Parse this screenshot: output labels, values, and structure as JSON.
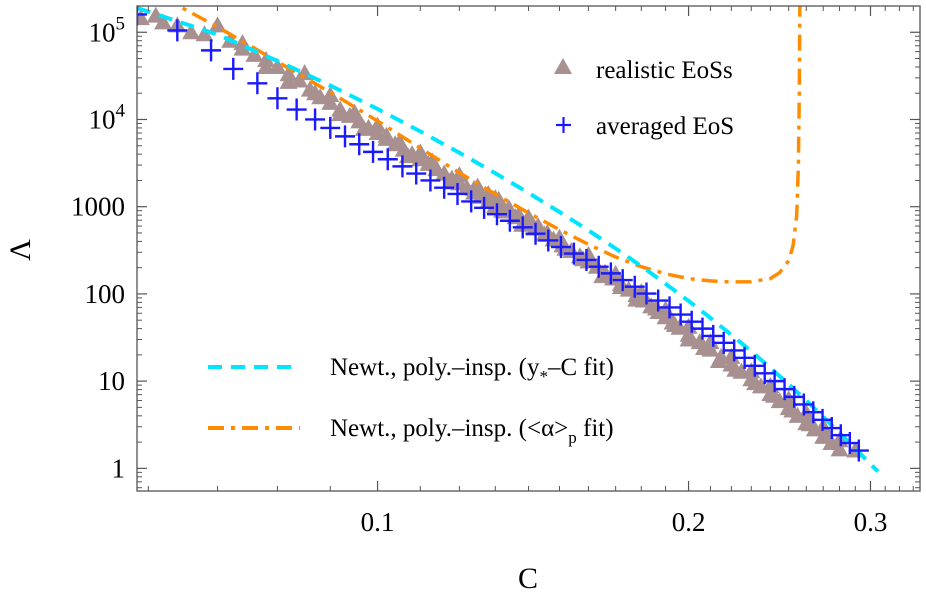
{
  "chart_data": {
    "type": "scatter",
    "title": "",
    "xlabel": "C",
    "ylabel": "Λ",
    "x_scale": "log",
    "y_scale": "log",
    "xlim": [
      0.0585,
      0.335
    ],
    "ylim": [
      0.55,
      200000
    ],
    "grid": false,
    "x_ticks": [
      {
        "value": 0.1,
        "label": "0.1"
      },
      {
        "value": 0.2,
        "label": "0.2"
      },
      {
        "value": 0.3,
        "label": "0.3"
      }
    ],
    "y_ticks": [
      {
        "value": 1,
        "label": "1",
        "base": null,
        "exp": null
      },
      {
        "value": 10,
        "label": "10",
        "base": null,
        "exp": null
      },
      {
        "value": 100,
        "label": "100",
        "base": null,
        "exp": null
      },
      {
        "value": 1000,
        "label": "1000",
        "base": null,
        "exp": null
      },
      {
        "value": 10000,
        "label": "",
        "base": "10",
        "exp": "4"
      },
      {
        "value": 100000,
        "label": "",
        "base": "10",
        "exp": "5"
      }
    ],
    "legend_top": [
      {
        "label": "realistic EoSs",
        "marker": "triangle",
        "color": "#a89090"
      },
      {
        "label": "averaged EoS",
        "marker": "plus",
        "color": "#1a1aff"
      }
    ],
    "legend_bottom": [
      {
        "label_main": "Newt., poly.–insp. (y",
        "label_sub": "*",
        "label_tail": "–C fit)",
        "style": "dashed",
        "color": "#00e5ff"
      },
      {
        "label_main": "Newt., poly.–insp. (<α>",
        "label_sub": "p",
        "label_tail": " fit)",
        "style": "dashdot",
        "color": "#ff8c00"
      }
    ],
    "series": [
      {
        "name": "realistic EoSs",
        "marker": "triangle",
        "color": "#a89090",
        "points": [
          [
            0.059,
            145000
          ],
          [
            0.061,
            155000
          ],
          [
            0.062,
            130000
          ],
          [
            0.064,
            120000
          ],
          [
            0.066,
            100000
          ],
          [
            0.068,
            95000
          ],
          [
            0.07,
            120000
          ],
          [
            0.072,
            80000
          ],
          [
            0.074,
            65000
          ],
          [
            0.076,
            55000
          ],
          [
            0.078,
            48000
          ],
          [
            0.08,
            40000
          ],
          [
            0.082,
            33000
          ],
          [
            0.084,
            28000
          ],
          [
            0.086,
            22000
          ],
          [
            0.088,
            18000
          ],
          [
            0.09,
            15500
          ],
          [
            0.092,
            13000
          ],
          [
            0.094,
            11000
          ],
          [
            0.096,
            9500
          ],
          [
            0.098,
            8000
          ],
          [
            0.1,
            7000
          ],
          [
            0.102,
            6000
          ],
          [
            0.104,
            5200
          ],
          [
            0.106,
            4500
          ],
          [
            0.108,
            4000
          ],
          [
            0.11,
            3500
          ],
          [
            0.112,
            3100
          ],
          [
            0.114,
            2700
          ],
          [
            0.116,
            2400
          ],
          [
            0.118,
            2100
          ],
          [
            0.12,
            1850
          ],
          [
            0.122,
            1650
          ],
          [
            0.124,
            1450
          ],
          [
            0.126,
            1300
          ],
          [
            0.128,
            1150
          ],
          [
            0.13,
            1020
          ],
          [
            0.133,
            880
          ],
          [
            0.136,
            760
          ],
          [
            0.139,
            650
          ],
          [
            0.142,
            560
          ],
          [
            0.145,
            480
          ],
          [
            0.148,
            420
          ],
          [
            0.151,
            360
          ],
          [
            0.154,
            310
          ],
          [
            0.157,
            270
          ],
          [
            0.16,
            235
          ],
          [
            0.163,
            205
          ],
          [
            0.166,
            175
          ],
          [
            0.169,
            150
          ],
          [
            0.172,
            130
          ],
          [
            0.175,
            112
          ],
          [
            0.178,
            97
          ],
          [
            0.181,
            84
          ],
          [
            0.184,
            72
          ],
          [
            0.187,
            62
          ],
          [
            0.19,
            54
          ],
          [
            0.193,
            47
          ],
          [
            0.196,
            41
          ],
          [
            0.2,
            34
          ],
          [
            0.205,
            28
          ],
          [
            0.21,
            23
          ],
          [
            0.215,
            19
          ],
          [
            0.22,
            15.5
          ],
          [
            0.225,
            12.8
          ],
          [
            0.23,
            10.5
          ],
          [
            0.235,
            8.7
          ],
          [
            0.24,
            7.1
          ],
          [
            0.245,
            5.9
          ],
          [
            0.25,
            4.9
          ],
          [
            0.255,
            4.0
          ],
          [
            0.26,
            3.3
          ],
          [
            0.265,
            2.8
          ],
          [
            0.27,
            2.3
          ],
          [
            0.275,
            1.95
          ],
          [
            0.28,
            1.65
          ],
          [
            0.085,
            34000
          ],
          [
            0.09,
            19000
          ],
          [
            0.095,
            12000
          ],
          [
            0.1,
            8500
          ],
          [
            0.105,
            5500
          ],
          [
            0.11,
            4200
          ],
          [
            0.12,
            2300
          ],
          [
            0.13,
            1250
          ],
          [
            0.14,
            750
          ],
          [
            0.15,
            440
          ],
          [
            0.16,
            280
          ],
          [
            0.17,
            170
          ],
          [
            0.18,
            105
          ],
          [
            0.19,
            66
          ],
          [
            0.2,
            42
          ],
          [
            0.21,
            28
          ],
          [
            0.22,
            19
          ],
          [
            0.23,
            13
          ],
          [
            0.24,
            8.8
          ],
          [
            0.25,
            6.2
          ],
          [
            0.26,
            4.3
          ],
          [
            0.27,
            3.0
          ],
          [
            0.28,
            2.1
          ],
          [
            0.29,
            1.6
          ],
          [
            0.074,
            75000
          ],
          [
            0.078,
            40000
          ],
          [
            0.082,
            27000
          ],
          [
            0.087,
            20000
          ],
          [
            0.092,
            11500
          ],
          [
            0.097,
            7800
          ],
          [
            0.102,
            6500
          ],
          [
            0.107,
            3800
          ],
          [
            0.113,
            3300
          ],
          [
            0.118,
            1900
          ],
          [
            0.124,
            1600
          ],
          [
            0.132,
            900
          ],
          [
            0.138,
            620
          ],
          [
            0.146,
            500
          ],
          [
            0.152,
            330
          ],
          [
            0.158,
            250
          ],
          [
            0.165,
            160
          ],
          [
            0.172,
            120
          ],
          [
            0.178,
            86
          ],
          [
            0.186,
            68
          ],
          [
            0.194,
            44
          ],
          [
            0.2,
            30
          ],
          [
            0.207,
            24
          ],
          [
            0.214,
            17
          ],
          [
            0.222,
            13.5
          ],
          [
            0.232,
            9.5
          ],
          [
            0.242,
            6.8
          ],
          [
            0.252,
            4.6
          ],
          [
            0.262,
            3.2
          ],
          [
            0.272,
            2.3
          ],
          [
            0.125,
            1700
          ],
          [
            0.128,
            1400
          ],
          [
            0.131,
            1200
          ],
          [
            0.134,
            960
          ],
          [
            0.137,
            800
          ],
          [
            0.14,
            690
          ],
          [
            0.143,
            600
          ]
        ]
      },
      {
        "name": "averaged EoS",
        "marker": "plus",
        "color": "#1a1aff",
        "points": [
          [
            0.0585,
            160000
          ],
          [
            0.064,
            105000
          ],
          [
            0.069,
            62000
          ],
          [
            0.0725,
            38000
          ],
          [
            0.0765,
            26000
          ],
          [
            0.08,
            17500
          ],
          [
            0.0835,
            13000
          ],
          [
            0.087,
            10000
          ],
          [
            0.09,
            8000
          ],
          [
            0.093,
            6400
          ],
          [
            0.096,
            5200
          ],
          [
            0.099,
            4250
          ],
          [
            0.1023,
            3500
          ],
          [
            0.1057,
            2900
          ],
          [
            0.109,
            2400
          ],
          [
            0.1125,
            2000
          ],
          [
            0.116,
            1650
          ],
          [
            0.1195,
            1400
          ],
          [
            0.1232,
            1150
          ],
          [
            0.1268,
            970
          ],
          [
            0.1305,
            820
          ],
          [
            0.1343,
            690
          ],
          [
            0.1382,
            580
          ],
          [
            0.1422,
            490
          ],
          [
            0.1463,
            410
          ],
          [
            0.1505,
            345
          ],
          [
            0.1549,
            290
          ],
          [
            0.1593,
            245
          ],
          [
            0.1637,
            205
          ],
          [
            0.1682,
            172
          ],
          [
            0.1727,
            144
          ],
          [
            0.1774,
            121
          ],
          [
            0.1821,
            101
          ],
          [
            0.1869,
            84
          ],
          [
            0.1917,
            70
          ],
          [
            0.1965,
            58
          ],
          [
            0.2014,
            48
          ],
          [
            0.2063,
            40
          ],
          [
            0.2113,
            33
          ],
          [
            0.2163,
            27.5
          ],
          [
            0.2214,
            22.5
          ],
          [
            0.2266,
            18.5
          ],
          [
            0.2318,
            15
          ],
          [
            0.237,
            12.3
          ],
          [
            0.2423,
            10
          ],
          [
            0.2477,
            8.1
          ],
          [
            0.2531,
            6.6
          ],
          [
            0.2586,
            5.4
          ],
          [
            0.2641,
            4.4
          ],
          [
            0.2696,
            3.6
          ],
          [
            0.2752,
            2.9
          ],
          [
            0.2808,
            2.4
          ],
          [
            0.2865,
            1.95
          ],
          [
            0.2923,
            1.6
          ]
        ]
      },
      {
        "name": "Newt., poly.–insp. (y*–C fit)",
        "style": "dashed",
        "color": "#00e5ff",
        "points": [
          [
            0.0585,
            190000
          ],
          [
            0.07,
            94000
          ],
          [
            0.08,
            47000
          ],
          [
            0.09,
            24500
          ],
          [
            0.1,
            13200
          ],
          [
            0.11,
            7300
          ],
          [
            0.12,
            4150
          ],
          [
            0.13,
            2420
          ],
          [
            0.14,
            1440
          ],
          [
            0.15,
            870
          ],
          [
            0.16,
            535
          ],
          [
            0.17,
            332
          ],
          [
            0.18,
            208
          ],
          [
            0.19,
            131
          ],
          [
            0.2,
            83
          ],
          [
            0.21,
            53
          ],
          [
            0.22,
            34
          ],
          [
            0.23,
            22
          ],
          [
            0.24,
            14.2
          ],
          [
            0.25,
            9.2
          ],
          [
            0.26,
            6.0
          ],
          [
            0.27,
            3.9
          ],
          [
            0.28,
            2.55
          ],
          [
            0.29,
            1.68
          ],
          [
            0.3,
            1.12
          ],
          [
            0.305,
            0.92
          ]
        ]
      },
      {
        "name": "Newt., poly.–insp. (<α>p fit)",
        "style": "dashdot",
        "color": "#ff8c00",
        "points": [
          [
            0.062,
            260000
          ],
          [
            0.065,
            185000
          ],
          [
            0.07,
            115000
          ],
          [
            0.075,
            72000
          ],
          [
            0.08,
            46000
          ],
          [
            0.09,
            20500
          ],
          [
            0.1,
            9600
          ],
          [
            0.11,
            4700
          ],
          [
            0.12,
            2450
          ],
          [
            0.13,
            1400
          ],
          [
            0.14,
            850
          ],
          [
            0.15,
            545
          ],
          [
            0.16,
            370
          ],
          [
            0.17,
            265
          ],
          [
            0.18,
            205
          ],
          [
            0.19,
            170
          ],
          [
            0.2,
            150
          ],
          [
            0.21,
            141
          ],
          [
            0.22,
            137
          ],
          [
            0.23,
            138
          ],
          [
            0.24,
            150
          ],
          [
            0.245,
            175
          ],
          [
            0.25,
            240
          ],
          [
            0.2525,
            360
          ],
          [
            0.2545,
            800
          ],
          [
            0.2555,
            3000
          ],
          [
            0.256,
            20000
          ],
          [
            0.2563,
            250000
          ]
        ]
      }
    ]
  }
}
